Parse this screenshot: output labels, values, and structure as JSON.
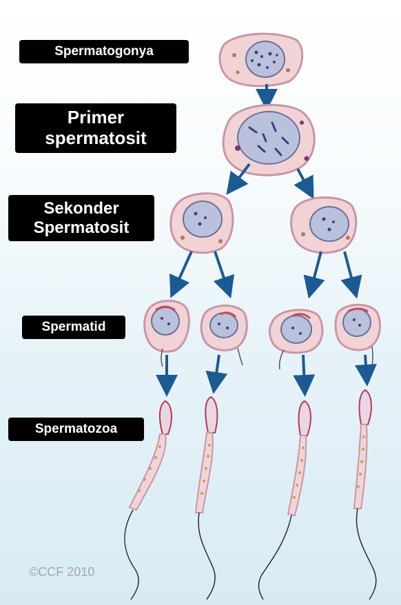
{
  "labels": {
    "spermatogonya": "Spermatogonya",
    "primer": "Primer\nspermatosit",
    "sekonder": "Sekonder\nSpermatosit",
    "spermatid": "Spermatid",
    "spermatozoa": "Spermatozoa"
  },
  "copyright": "©CCF 2010",
  "colors": {
    "cell_fill": "#f1d3d6",
    "cell_stroke": "#c995a5",
    "nucleus_fill": "#b9c1dc",
    "nucleus_stroke": "#6c6d98",
    "chromatin": "#3f3d80",
    "arrow": "#1b5a93",
    "sperm_body": "#f0d4d8",
    "tail": "#2b2b2b"
  }
}
